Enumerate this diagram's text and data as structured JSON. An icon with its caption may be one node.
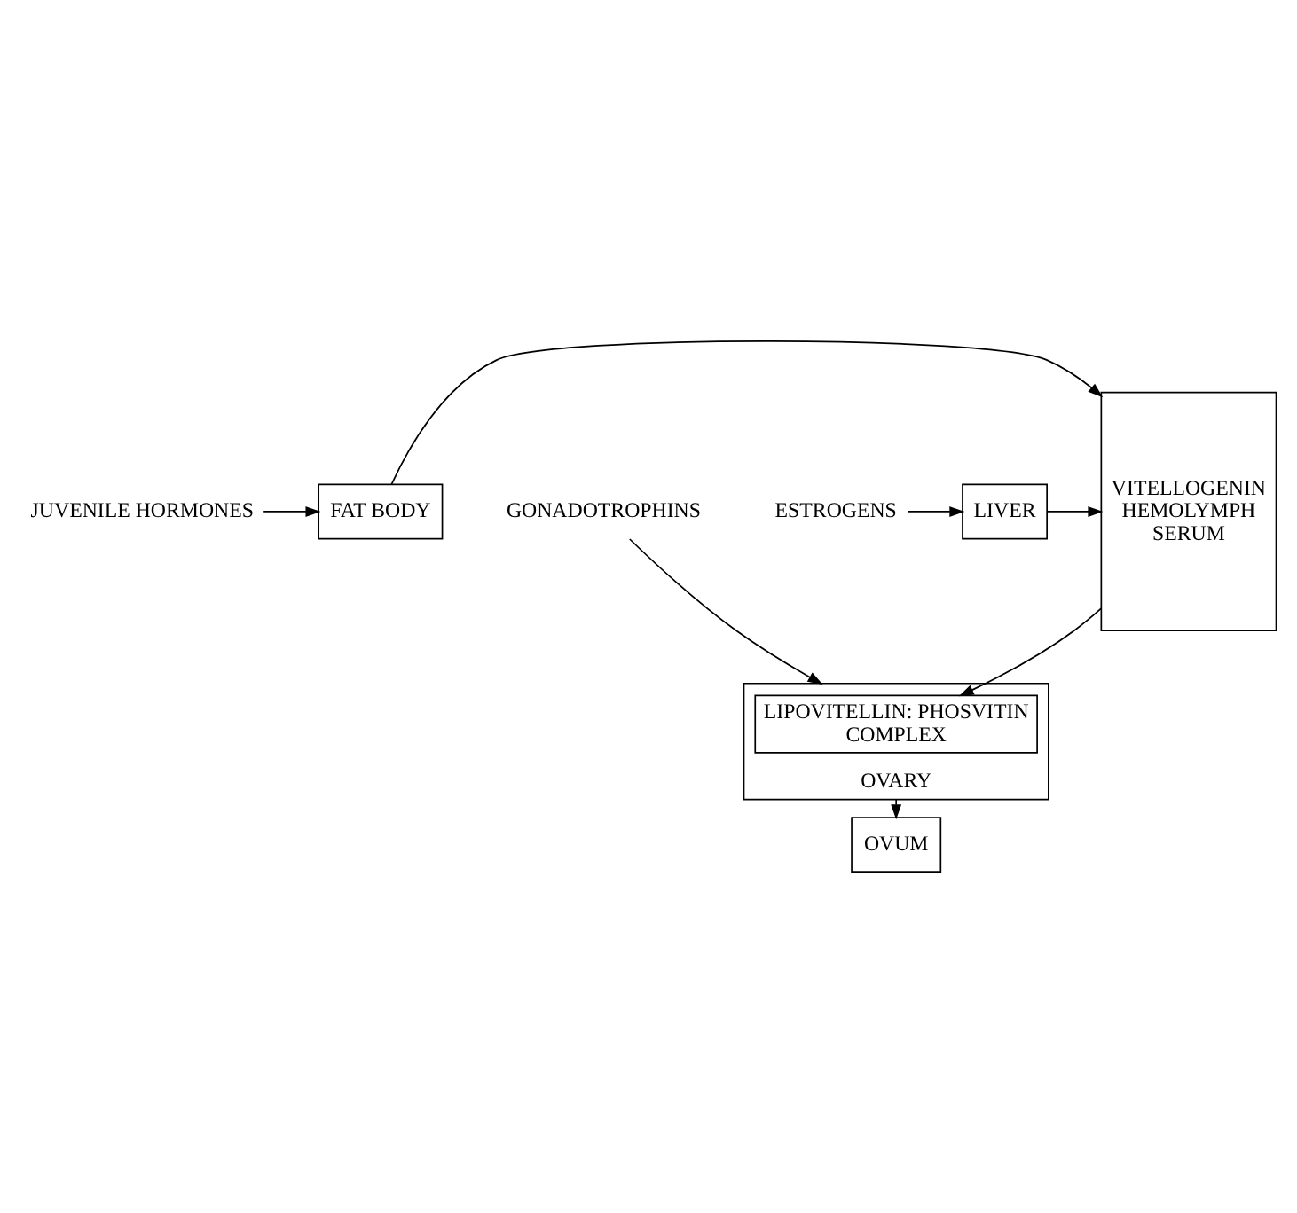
{
  "diagram": {
    "nodes": [
      {
        "text": [
          "JUVENILE HORMONES"
        ]
      },
      {
        "text": [
          "FAT BODY"
        ]
      },
      {
        "text": [
          "VITELLOGENIN",
          "HEMOLYMPH",
          "SERUM"
        ]
      },
      {
        "text": [
          "LIVER"
        ]
      },
      {
        "text": [
          "ESTROGENS"
        ]
      },
      {
        "text": [
          "OVARY"
        ]
      },
      {
        "text": [
          "LIPOVITELLIN: PHOSVITIN",
          "COMPLEX"
        ],
        "in": 5
      },
      {
        "text": [
          "GONADOTROPHINS"
        ]
      },
      {
        "text": [
          "OVUM"
        ]
      }
    ],
    "edges": [
      {
        "from": 0,
        "to": 1,
        "arrow": "to"
      },
      {
        "from": 4,
        "to": 3,
        "arrow": "to"
      },
      {
        "from": 1,
        "to": 2,
        "arrow": "to"
      },
      {
        "from": 3,
        "to": 2,
        "arrow": "to"
      },
      {
        "from": 2,
        "to": 6,
        "arrow": "to"
      },
      {
        "from": 7,
        "to": 5,
        "arrow": "to"
      },
      {
        "from": 5,
        "to": 8,
        "arrow": "to"
      }
    ]
  }
}
